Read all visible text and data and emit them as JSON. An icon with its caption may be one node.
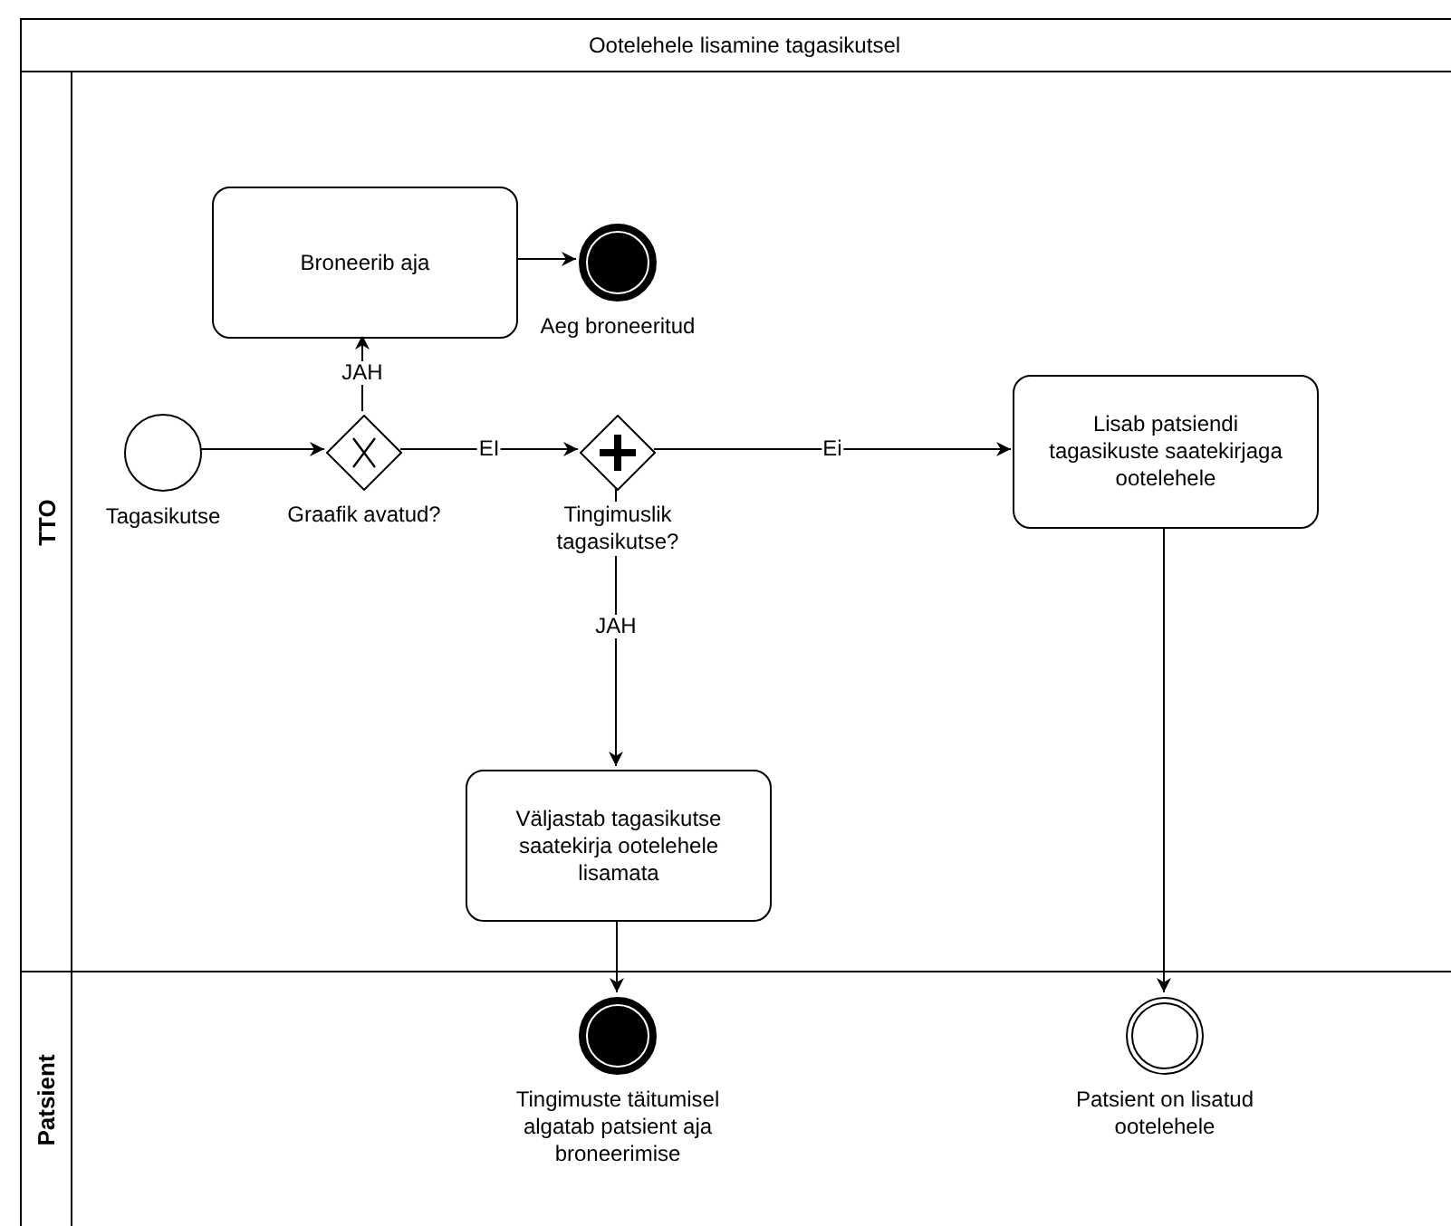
{
  "diagram": {
    "nodes": [
      {
        "text": [
          "Ootelehele lisamine tagasikutsel"
        ]
      },
      {
        "text": [
          "TTO"
        ],
        "in": 0
      },
      {
        "text": [
          "Patsient"
        ],
        "in": 0
      },
      {
        "text": [],
        "shape": "circle",
        "beside": [
          "Tagasikutse"
        ],
        "in": 1
      },
      {
        "text": [],
        "shape": "diamond",
        "beside": [
          "Graafik avatud?"
        ],
        "in": 1
      },
      {
        "text": [
          "Broneerib aja"
        ],
        "in": 1
      },
      {
        "text": [],
        "shape": "disc",
        "beside": [
          "Aeg broneeritud"
        ],
        "in": 1
      },
      {
        "text": [],
        "shape": "plusdiamond",
        "beside": [
          "Tingimuslik tagasikutse?"
        ],
        "in": 1
      },
      {
        "text": [
          "Lisab patsiendi tagasikuste saatekirjaga ootelehele"
        ],
        "in": 1
      },
      {
        "text": [
          "Väljastab tagasikutse saatekirja ootelehele lisamata"
        ],
        "in": 1
      },
      {
        "text": [],
        "shape": "disc",
        "beside": [
          "Tingimuste täitumisel algatab patsient aja broneerimise"
        ],
        "in": 2
      },
      {
        "text": [],
        "shape": "ring",
        "beside": [
          "Patsient on lisatud ootelehele"
        ],
        "in": 2
      }
    ],
    "edges": [
      {
        "from": 3,
        "to": 4,
        "arrow": "to"
      },
      {
        "from": 4,
        "to": 5,
        "arrow": "to",
        "label": "JAH"
      },
      {
        "from": 5,
        "to": 6,
        "arrow": "to"
      },
      {
        "from": 4,
        "to": 7,
        "arrow": "to",
        "label": "EI"
      },
      {
        "from": 7,
        "to": 8,
        "arrow": "to",
        "label": "Ei"
      },
      {
        "from": 7,
        "to": 9,
        "arrow": "to",
        "label": "JAH"
      },
      {
        "from": 9,
        "to": 10,
        "arrow": "to"
      },
      {
        "from": 8,
        "to": 11,
        "arrow": "to"
      }
    ]
  }
}
